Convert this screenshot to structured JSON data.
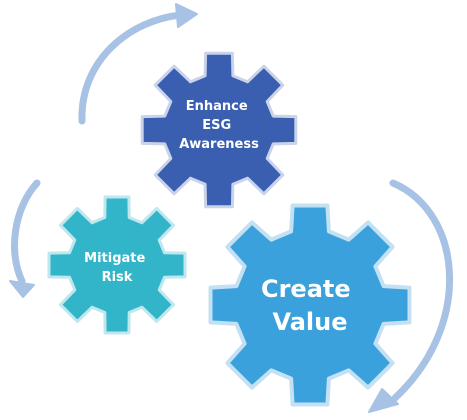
{
  "colors": {
    "arrow": "#a7c2e4",
    "arrow_edge": "#8fb0dc",
    "gear_top": "#3a5fb0",
    "gear_top_edge": "#c9d3ea",
    "gear_left": "#32b5c9",
    "gear_left_edge": "#bfe7ee",
    "gear_right": "#3aa1dc",
    "gear_right_edge": "#c4e1f3",
    "text": "#ffffff"
  },
  "gears": [
    {
      "id": "enhance",
      "lines": [
        "Enhance",
        "ESG",
        "Awareness"
      ]
    },
    {
      "id": "mitigate",
      "lines": [
        "Mitigate",
        "Risk"
      ]
    },
    {
      "id": "create",
      "lines": [
        "Create",
        "Value"
      ]
    }
  ],
  "arrows": [
    {
      "id": "arrow-top",
      "icon": "curved-arrow-icon"
    },
    {
      "id": "arrow-left",
      "icon": "curved-arrow-icon"
    },
    {
      "id": "arrow-right",
      "icon": "curved-arrow-icon"
    }
  ]
}
